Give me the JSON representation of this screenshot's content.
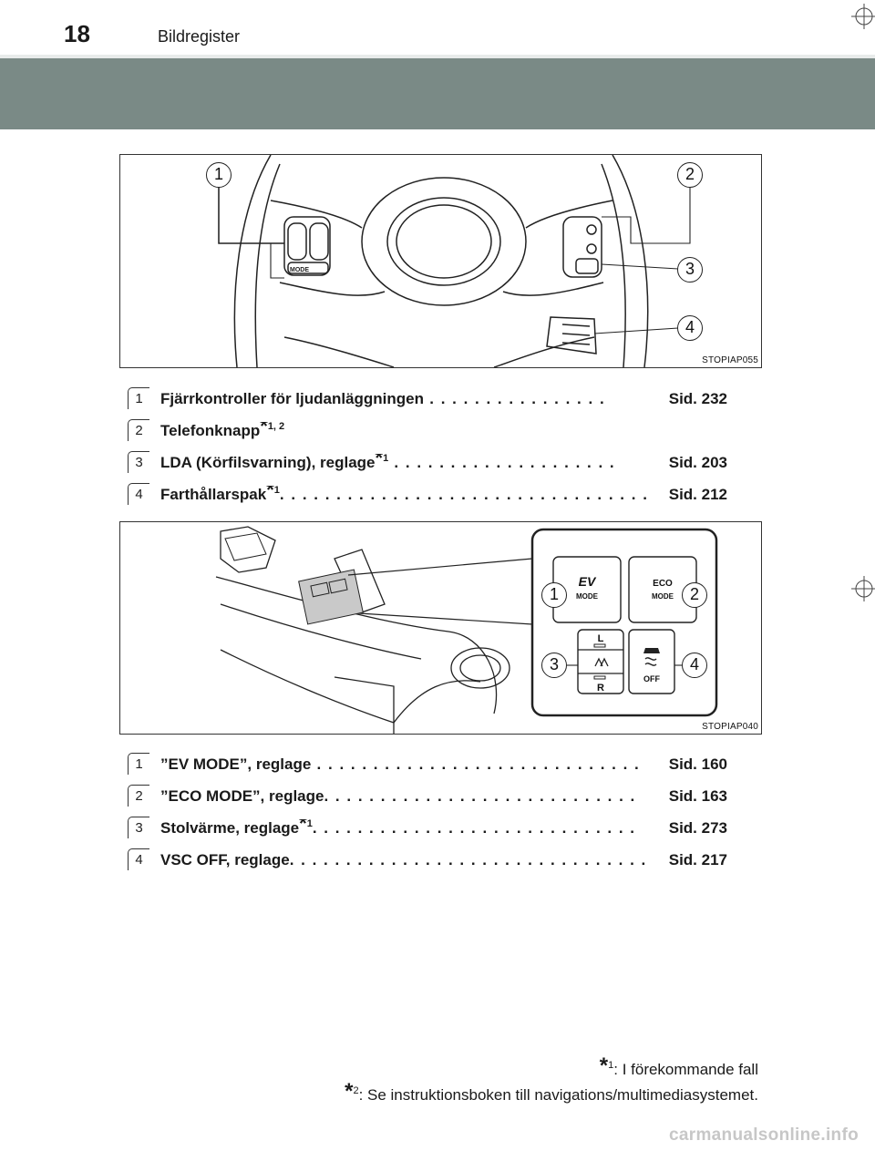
{
  "header": {
    "page_number": "18",
    "title": "Bildregister"
  },
  "figure1": {
    "code": "STOPIAP055",
    "callouts": [
      "1",
      "2",
      "3",
      "4"
    ],
    "steering_labels": [
      "MODE"
    ]
  },
  "list1": [
    {
      "num": "1",
      "text": "Fjärrkontroller för ljudanläggningen",
      "sup": "",
      "dots": " . . . . . . . . . . . . . . . . ",
      "page": "Sid. 232"
    },
    {
      "num": "2",
      "text": "Telefonknapp",
      "sup": "1, 2",
      "dots": "",
      "page": ""
    },
    {
      "num": "3",
      "text": "LDA (Körfilsvarning), reglage",
      "sup": "1",
      "dots": " . . . . . . . . . . . . . . . . . . . . ",
      "page": "Sid. 203"
    },
    {
      "num": "4",
      "text": "Farthållarspak",
      "sup": "1",
      "dots": ". . . . . . . . . . . . . . . . . . . . . . . . . . . . . . . . .",
      "page": "Sid. 212"
    }
  ],
  "figure2": {
    "code": "STOPIAP040",
    "callouts": [
      "1",
      "2",
      "3",
      "4"
    ],
    "button_labels": {
      "ev": "EV",
      "ev_mode": "MODE",
      "eco": "ECO",
      "eco_mode": "MODE",
      "seat_left": "L",
      "seat_right": "R",
      "vsc_off": "OFF"
    }
  },
  "list2": [
    {
      "num": "1",
      "text": "”EV MODE”, reglage",
      "sup": "",
      "dots": " . . . . . . . . . . . . . . . . . . . . . . . . . . . . . ",
      "page": "Sid. 160"
    },
    {
      "num": "2",
      "text": "”ECO MODE”, reglage",
      "sup": "",
      "dots": ". . . . . . . . . . . . . . . . . . . . . . . . . . . . ",
      "page": "Sid. 163"
    },
    {
      "num": "3",
      "text": "Stolvärme, reglage",
      "sup": "1",
      "dots": ". . . . . . . . . . . . . . . . . . . . . . . . . . . . . ",
      "page": "Sid. 273"
    },
    {
      "num": "4",
      "text": "VSC OFF, reglage",
      "sup": "",
      "dots": ". . . . . . . . . . . . . . . . . . . . . . . . . . . . . . . . ",
      "page": "Sid. 217"
    }
  ],
  "footnotes": [
    {
      "mark": "1",
      "text": ": I förekommande fall"
    },
    {
      "mark": "2",
      "text": ": Se instruktionsboken till navigations/multimediasystemet."
    }
  ],
  "watermark": "carmanualsonline.info"
}
